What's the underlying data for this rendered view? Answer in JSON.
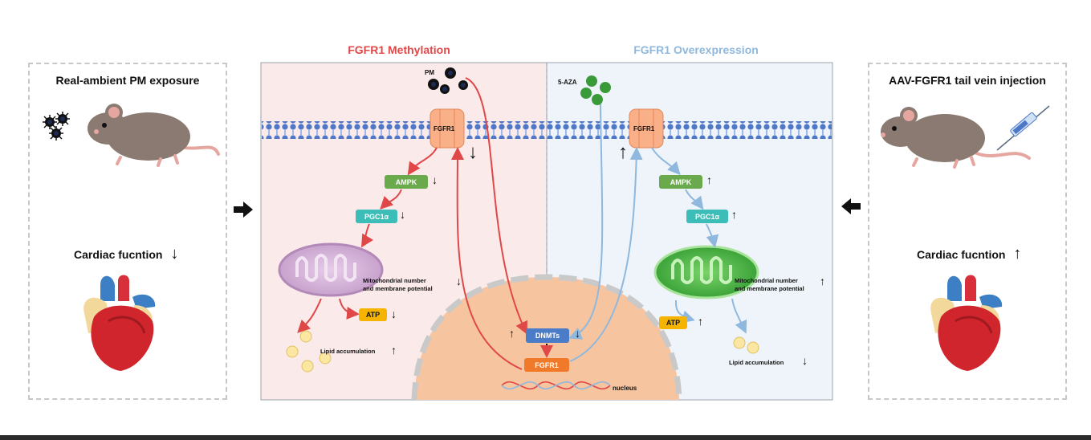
{
  "left": {
    "title": "Real-ambient PM exposure",
    "cardiac": "Cardiac fucntion",
    "cardiac_arrow": "↓"
  },
  "right": {
    "title": "AAV-FGFR1 tail vein injection",
    "cardiac": "Cardiac fucntion",
    "cardiac_arrow": "↑"
  },
  "methylation": {
    "title": "FGFR1 Methylation",
    "pm": "PM",
    "receptor": "FGFR1",
    "ampk": "AMPK",
    "pgc": "PGC1α",
    "mito": "Mitochondrial number\nand membrane potential",
    "atp": "ATP",
    "lipid": "Lipid accumulation"
  },
  "overexpression": {
    "title": "FGFR1 Overexpression",
    "aza": "5-AZA",
    "receptor": "FGFR1",
    "ampk": "AMPK",
    "pgc": "PGC1α",
    "mito": "Mitochondrial number\nand membrane potential",
    "atp": "ATP",
    "lipid": "Lipid accumulation"
  },
  "nucleus": {
    "dnmts": "DNMTs",
    "fgfr1": "FGFR1",
    "label": "nucleus"
  },
  "colors": {
    "red": "#e04848",
    "blue": "#8fb8de",
    "left_panel_bg": "#fbeaea",
    "right_panel_bg": "#eef4fa",
    "ampk": "#6aaa4c",
    "pgc": "#3dbdb7",
    "atp": "#f5b400",
    "dnmts": "#4a7cc7",
    "fgfr1_gene": "#f07a2a"
  }
}
